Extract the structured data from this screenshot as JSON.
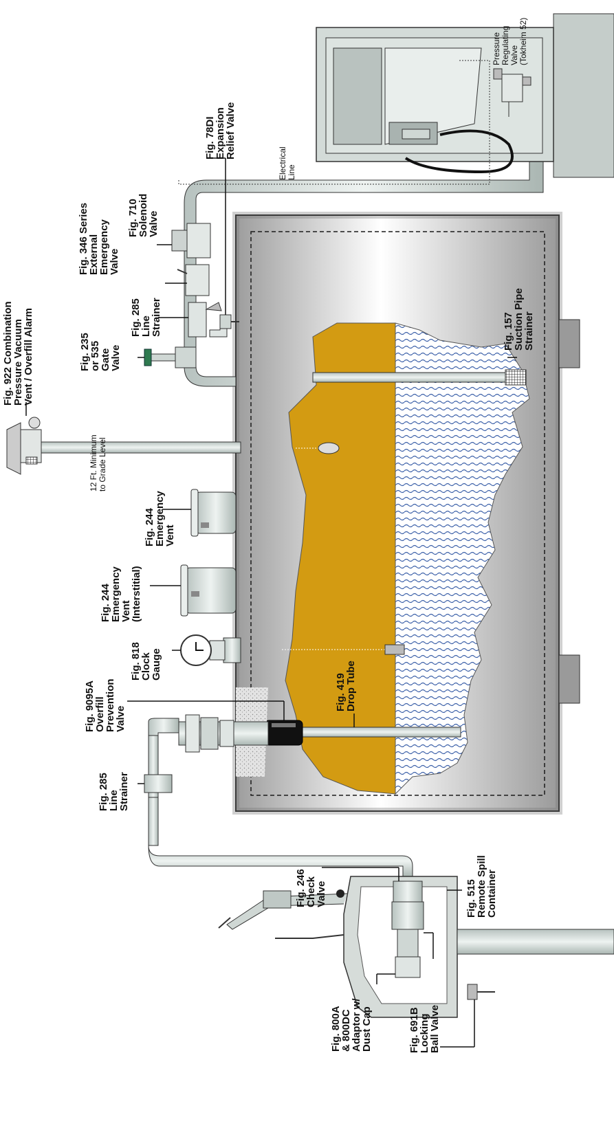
{
  "labels": {
    "fig922": [
      "Fig. 922 Combination",
      "Pressure Vacuum",
      "Vent / Overfill Alarm"
    ],
    "fig235": [
      "Fig. 235",
      "or 535",
      "Gate",
      "Valve"
    ],
    "fig285_top": [
      "Fig. 285",
      "Line",
      "Strainer"
    ],
    "fig346": [
      "Fig. 346 Series",
      "External",
      "Emergency",
      "Valve"
    ],
    "fig710": [
      "Fig. 710",
      "Solenoid",
      "Valve"
    ],
    "fig78di": [
      "Fig. 78DI",
      "Expansion",
      "Relief Valve"
    ],
    "electrical": [
      "Electrical",
      "Line"
    ],
    "pressure_reg": [
      "Pressure",
      "Regulating",
      "Valve",
      "(Tokheim 52)"
    ],
    "vent_min": [
      "12 Ft. Minimum",
      "to Grade Level"
    ],
    "fig244": [
      "Fig. 244",
      "Emergency",
      "Vent"
    ],
    "fig244i": [
      "Fig. 244",
      "Emergency",
      "Vent",
      "(Interstitial)"
    ],
    "fig818": [
      "Fig. 818",
      "Clock",
      "Gauge"
    ],
    "fig9095a": [
      "Fig. 9095A",
      "Overfill",
      "Prevention",
      "Valve"
    ],
    "fig285_bot": [
      "Fig. 285",
      "Line",
      "Strainer"
    ],
    "fig419": [
      "Fig. 419",
      "Drop Tube"
    ],
    "fig157": [
      "Fig. 157",
      "Suction Pipe",
      "Strainer"
    ],
    "fig246": [
      "Fig. 246",
      "Check",
      "Valve"
    ],
    "fig515": [
      "Fig. 515",
      "Remote Spill",
      "Container"
    ],
    "fig800a": [
      "Fig. 800A",
      "& 800DC",
      "Adaptor w/",
      "Dust Cap"
    ],
    "fig691b": [
      "Fig. 691B",
      "Locking",
      "Ball Valve"
    ]
  },
  "colors": {
    "fuel": "#d39b12",
    "water_blue": "#3a5fa8",
    "tank_wall": "#8e8e8e",
    "pipe_fill": "#cdd7d4",
    "outline": "#1a1a1a"
  }
}
